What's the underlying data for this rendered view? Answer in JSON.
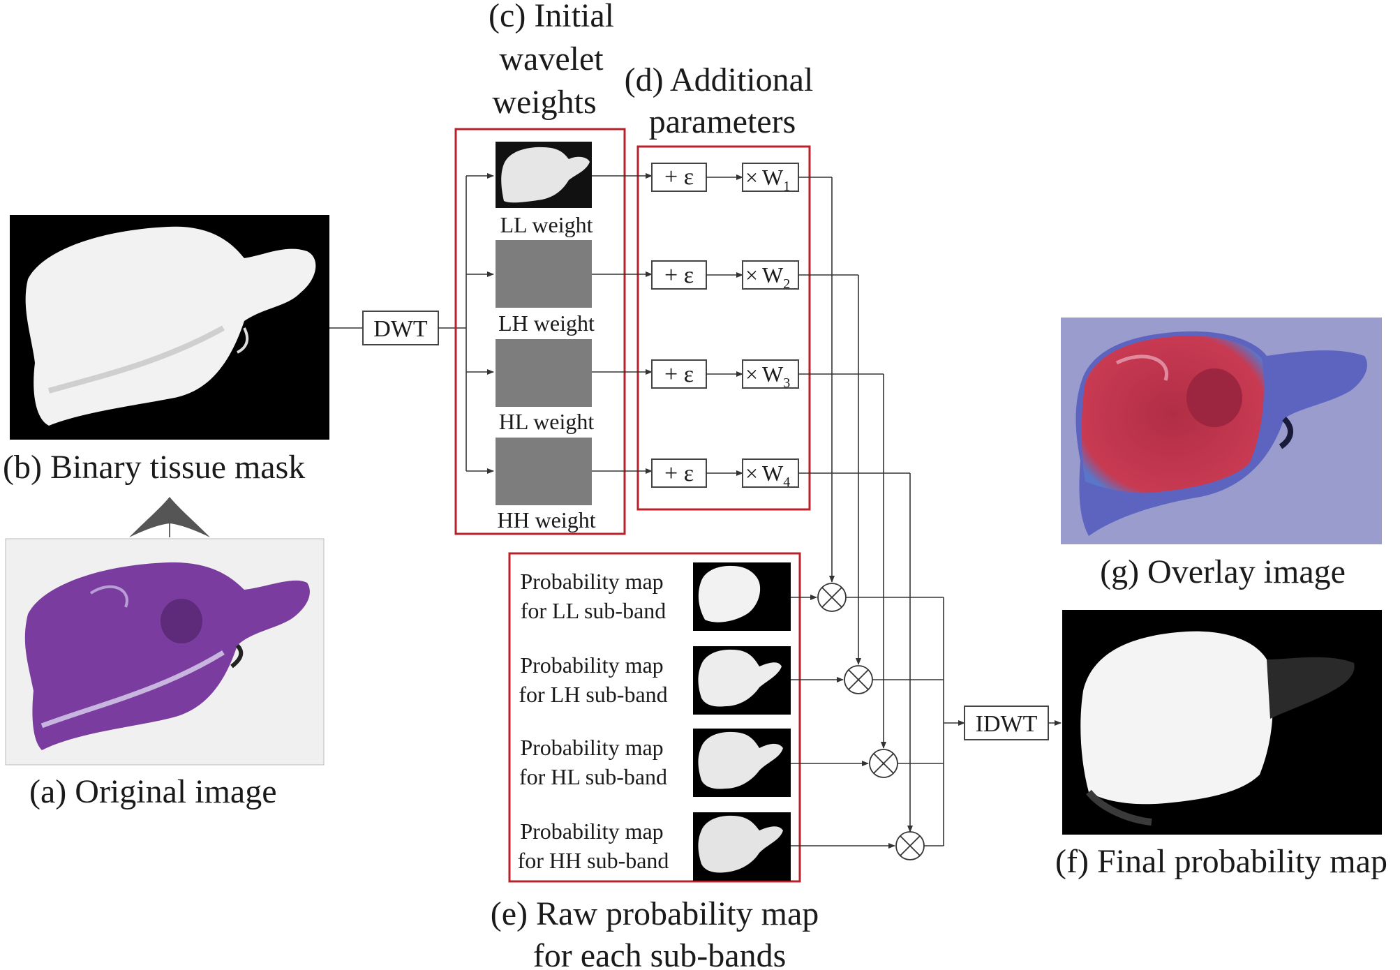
{
  "captions": {
    "a": "(a) Original image",
    "b": "(b) Binary tissue mask",
    "c": [
      "(c) Initial",
      "wavelet",
      "weights"
    ],
    "d": [
      "(d) Additional",
      "parameters"
    ],
    "e": [
      "(e) Raw probability map",
      "for each sub-bands"
    ],
    "f": "(f) Final probability map",
    "g": "(g) Overlay image"
  },
  "operators": {
    "dwt": "DWT",
    "idwt": "IDWT",
    "plus_eps": "+ ε",
    "times": "×",
    "multiply_symbol": "⊗"
  },
  "weights": [
    {
      "label": "LL weight",
      "w_main": "W",
      "w_sub": "1"
    },
    {
      "label": "LH weight",
      "w_main": "W",
      "w_sub": "2"
    },
    {
      "label": "HL weight",
      "w_main": "W",
      "w_sub": "3"
    },
    {
      "label": "HH weight",
      "w_main": "W",
      "w_sub": "4"
    }
  ],
  "prob_maps": [
    {
      "line1": "Probability map",
      "line2": "for LL sub-band"
    },
    {
      "line1": "Probability map",
      "line2": "for LH sub-band"
    },
    {
      "line1": "Probability map",
      "line2": "for HL sub-band"
    },
    {
      "line1": "Probability map",
      "line2": "for HH sub-band"
    }
  ],
  "colors": {
    "accent_red": "#b5222a",
    "tissue_purple": "#7a3c9e",
    "overlay_bg": "#9a9ccd",
    "overlay_red": "#c0324a",
    "gray_weight": "#808080"
  }
}
